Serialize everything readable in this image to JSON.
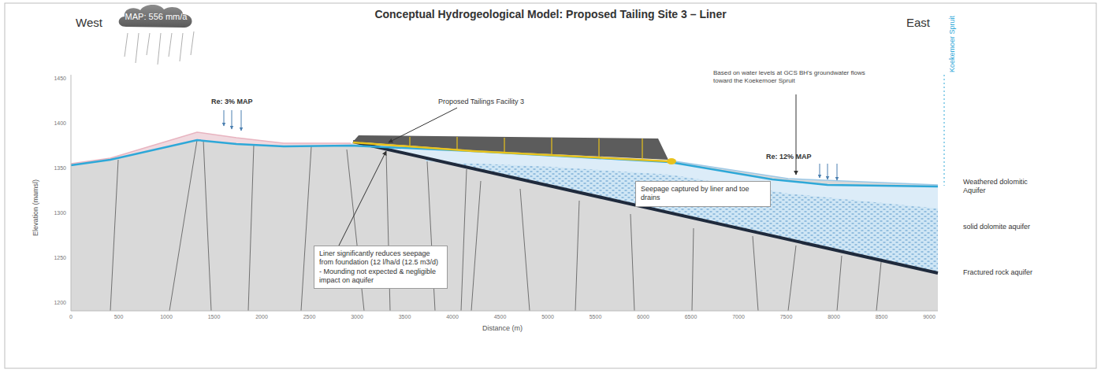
{
  "diagram": {
    "title": "Conceptual Hydrogeological Model: Proposed Tailing Site 3 – Liner",
    "nodes": [
      {
        "text": [
          "MAP: 556 mm/a"
        ]
      },
      {
        "text": [
          "Liner significantly reduces seepage from foundation (12 l/ha/d (12.5 m3/d) - Mounding not expected & negligible impact on aquifer"
        ]
      },
      {
        "text": [
          "Seepage captured by liner and toe drains"
        ]
      }
    ],
    "labels": [
      "West",
      "East",
      "Re: 3% MAP",
      "Proposed Tailings Facility 3",
      "Based on water levels at GCS BH's groundwater flows toward the Koekemoer Spruit",
      "Re: 12% MAP",
      "Koekemoer Spruit",
      "Weathered dolomitic Aquifer",
      "solid dolomite aquifer",
      "Fractured rock aquifer",
      "Elevation (mamsl)",
      "Distance (m)",
      "1450",
      "1400",
      "1350",
      "1300",
      "1250",
      "1200",
      "0",
      "500",
      "1000",
      "1500",
      "2000",
      "2500",
      "3000",
      "3500",
      "4000",
      "4500",
      "5000",
      "5500",
      "6000",
      "6500",
      "7000",
      "7500",
      "8000",
      "8500",
      "9000"
    ]
  }
}
